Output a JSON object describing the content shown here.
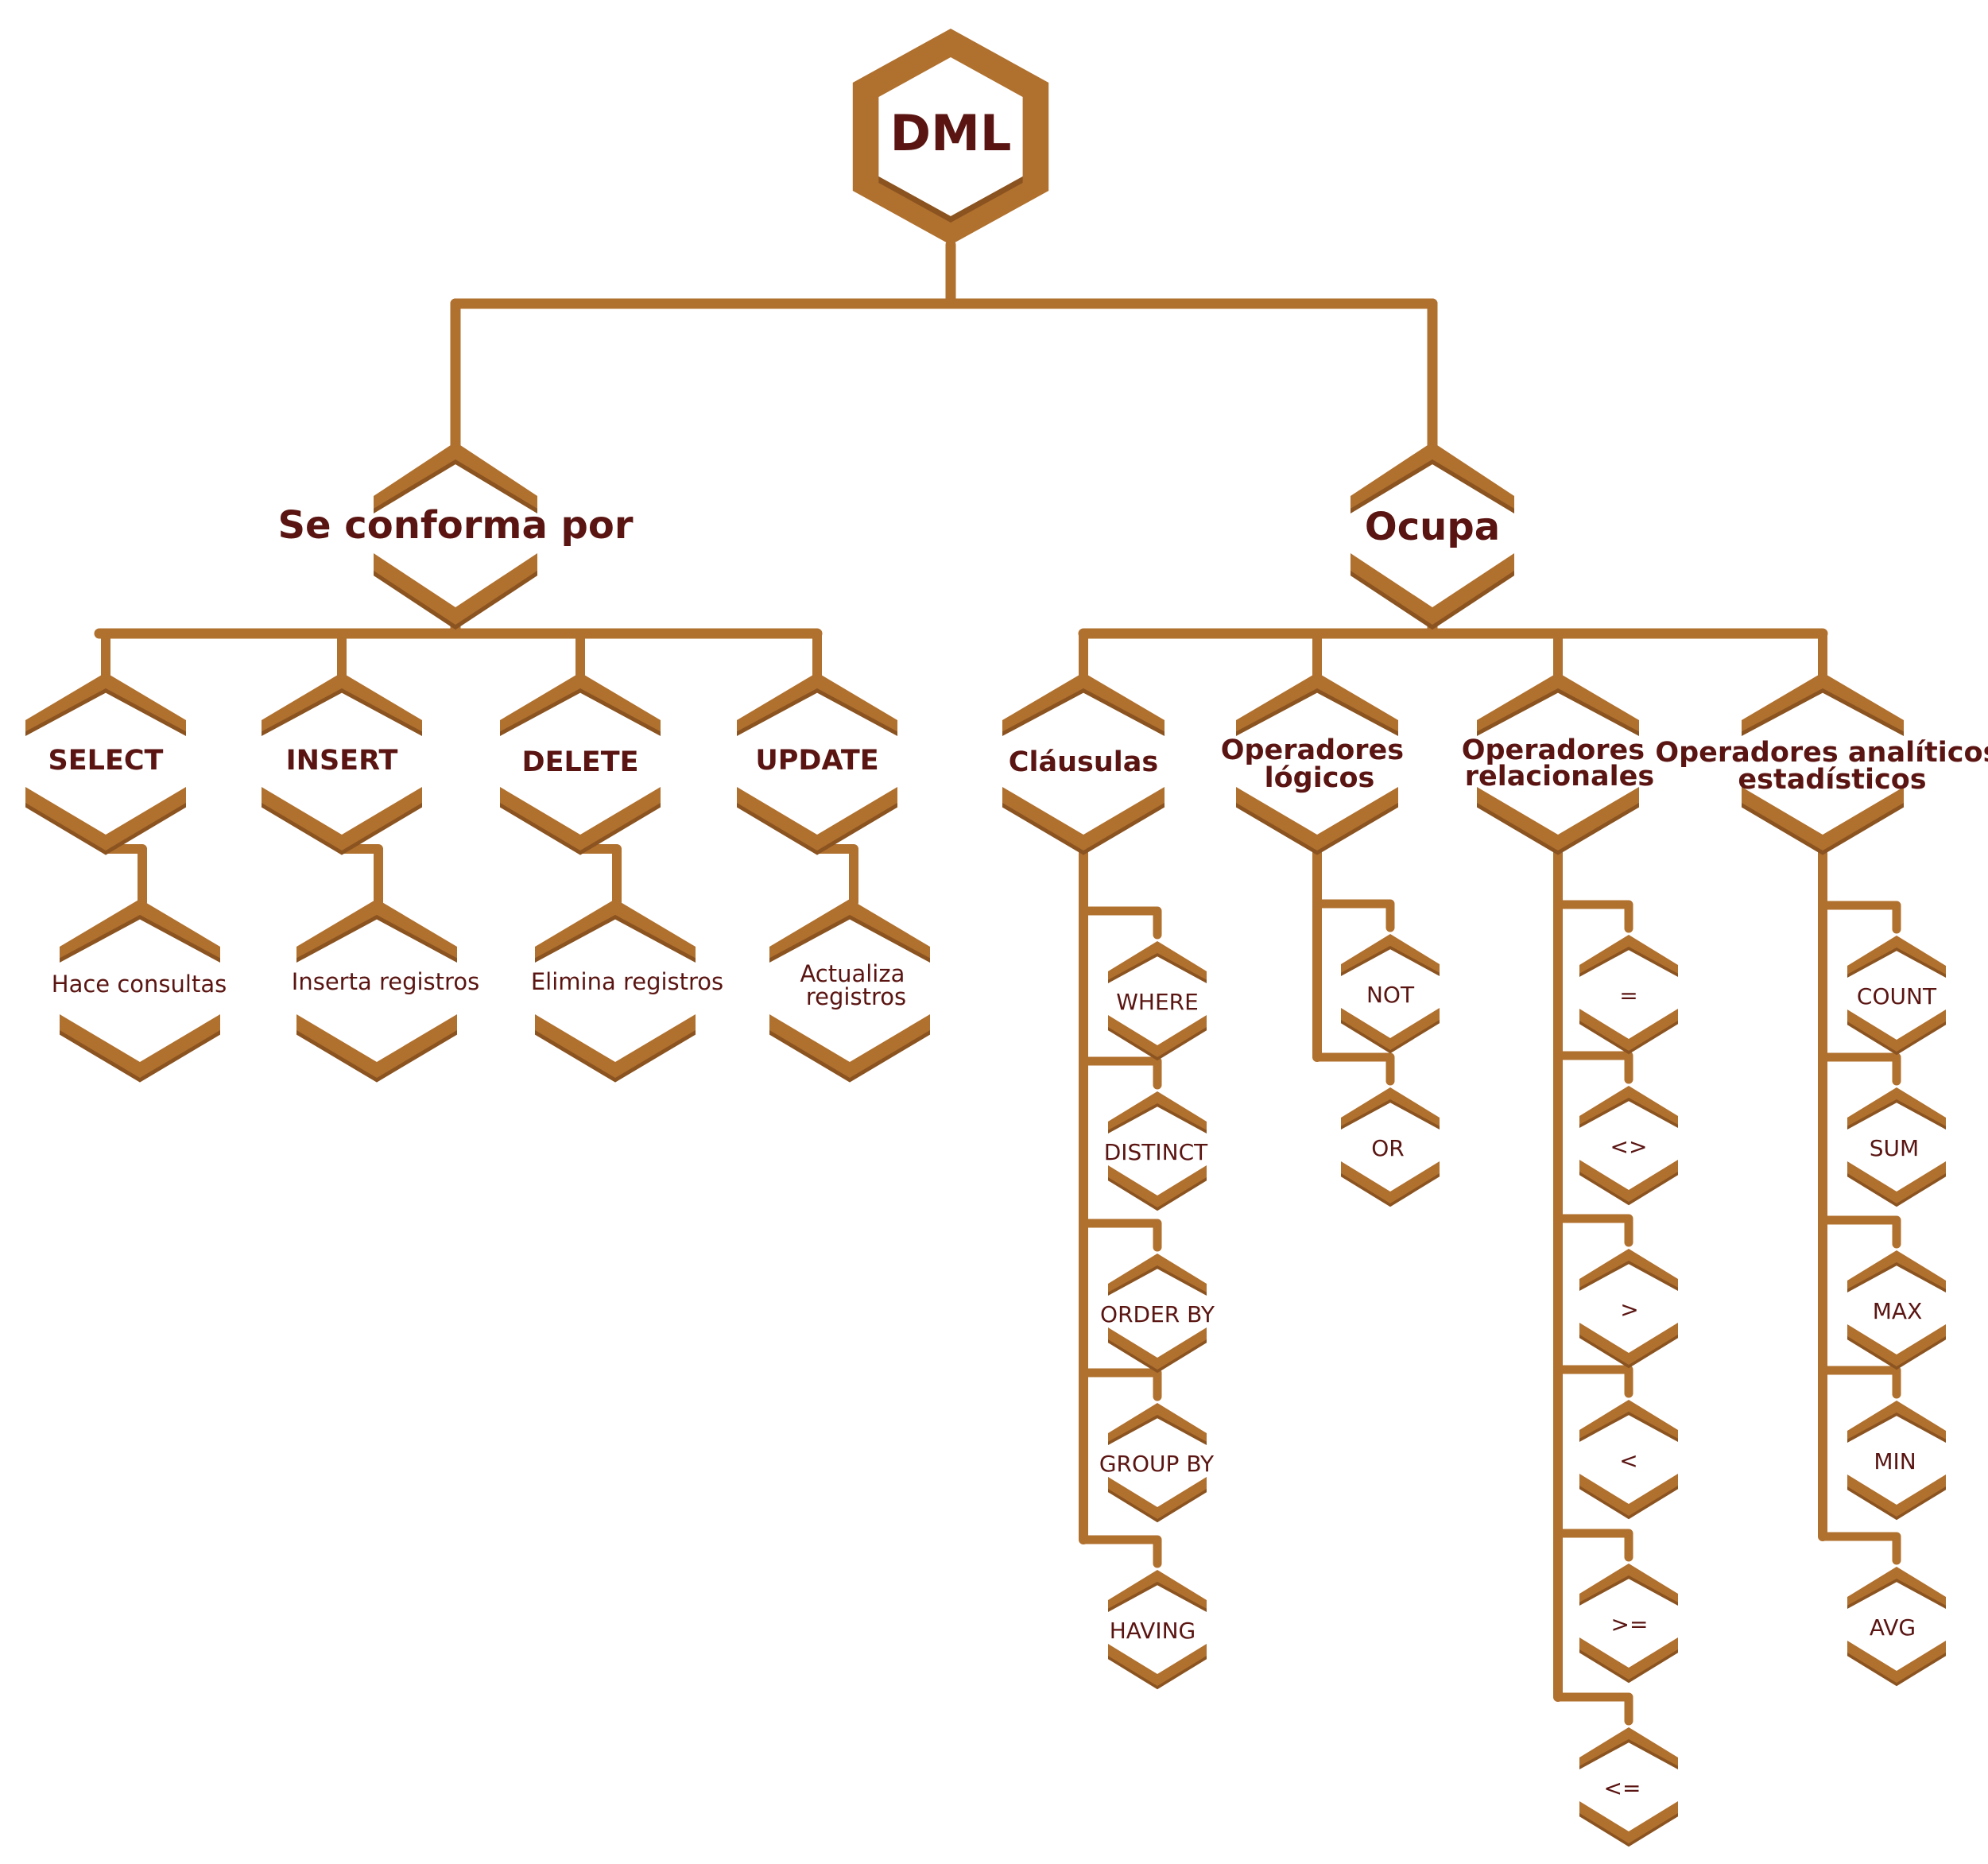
{
  "colors": {
    "line": "#b0702e",
    "shadow": "#8a5320",
    "text": "#5a1512",
    "background": "#ffffff"
  },
  "root": {
    "label": "DML"
  },
  "branches": [
    {
      "label": "Se conforma por",
      "children": [
        {
          "label": "SELECT",
          "description": "Hace consultas"
        },
        {
          "label": "INSERT",
          "description": "Inserta registros"
        },
        {
          "label": "DELETE",
          "description": "Elimina registros"
        },
        {
          "label": "UPDATE",
          "description": "Actualiza registros"
        }
      ]
    },
    {
      "label": "Ocupa",
      "children": [
        {
          "label": "Cláusulas",
          "items": [
            "WHERE",
            "DISTINCT",
            "ORDER BY",
            "GROUP BY",
            "HAVING"
          ]
        },
        {
          "label": "Operadores lógicos",
          "items": [
            "NOT",
            "OR"
          ]
        },
        {
          "label": "Operadores relacionales",
          "items": [
            "=",
            "<>",
            ">",
            "<",
            ">=",
            "<="
          ]
        },
        {
          "label": "Operadores analíticos estadísticos",
          "items": [
            "COUNT",
            "SUM",
            "MAX",
            "MIN",
            "AVG"
          ]
        }
      ]
    }
  ]
}
